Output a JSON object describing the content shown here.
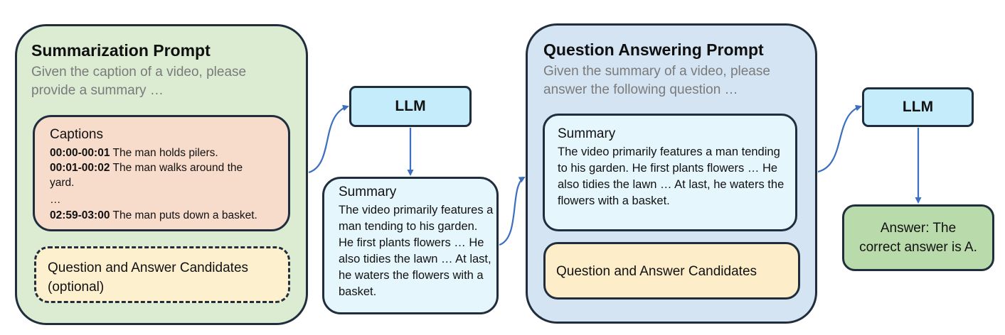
{
  "summarization_prompt": {
    "title": "Summarization Prompt",
    "subtitle": "Given the caption of a video, please\nprovide a summary …",
    "captions": {
      "header": "Captions",
      "lines": [
        {
          "time": "00:00-00:01",
          "text": " The man holds pilers."
        },
        {
          "time": "00:01-00:02",
          "text": " The man walks around the"
        },
        {
          "time": "",
          "text": "yard."
        },
        {
          "time": "",
          "text": "…"
        },
        {
          "time": "02:59-03:00",
          "text": " The man puts down a basket."
        }
      ]
    },
    "qa_optional": "Question and Answer Candidates\n(optional)"
  },
  "llm_1": "LLM",
  "summary_mid": {
    "header": "Summary",
    "body": "The video primarily features a man tending to his garden. He first plants flowers … He also tidies the lawn … At last, he waters the flowers with a basket."
  },
  "qa_prompt": {
    "title": "Question Answering Prompt",
    "subtitle": "Given the summary of a video, please\nanswer the following question …",
    "summary": {
      "header": "Summary",
      "body": "The video primarily features a man tending to his garden. He first plants flowers … He also tidies the lawn … At last, he waters the flowers with a basket."
    },
    "qa_candidates": "Question and Answer Candidates"
  },
  "llm_2": "LLM",
  "answer": "Answer: The\ncorrect answer is A.",
  "colors": {
    "arrow": "#3c6fc0",
    "summarization_bg": "#dcecd3",
    "qa_bg": "#d5e4f3",
    "llm_bg": "#c4ecfb",
    "answer_bg": "#b9dbab"
  }
}
